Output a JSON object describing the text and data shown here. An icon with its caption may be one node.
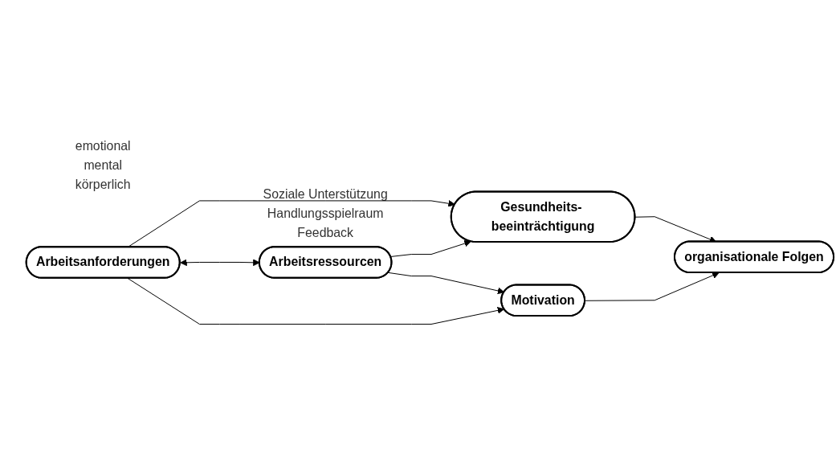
{
  "diagram": {
    "nodes": [
      {
        "text": [
          "Arbeitsanforderungen"
        ],
        "beside": [
          "emotional",
          "mental",
          "körperlich"
        ]
      },
      {
        "text": [
          "Arbeitsressourcen"
        ],
        "beside": [
          "Soziale Unterstützung",
          "Handlungsspielraum",
          "Feedback"
        ]
      },
      {
        "text": [
          "Gesundheits- beeinträchtigung"
        ]
      },
      {
        "text": [
          "Motivation"
        ]
      },
      {
        "text": [
          "organisationale Folgen"
        ]
      }
    ],
    "edges": [
      {
        "from": 0,
        "to": 2,
        "arrow": "to"
      },
      {
        "from": 0,
        "to": 1,
        "arrow": "both"
      },
      {
        "from": 0,
        "to": 3,
        "arrow": "to"
      },
      {
        "from": 1,
        "to": 2,
        "arrow": "to"
      },
      {
        "from": 1,
        "to": 3,
        "arrow": "to"
      },
      {
        "from": 2,
        "to": 4,
        "arrow": "to"
      },
      {
        "from": 3,
        "to": 4,
        "arrow": "to"
      }
    ]
  }
}
